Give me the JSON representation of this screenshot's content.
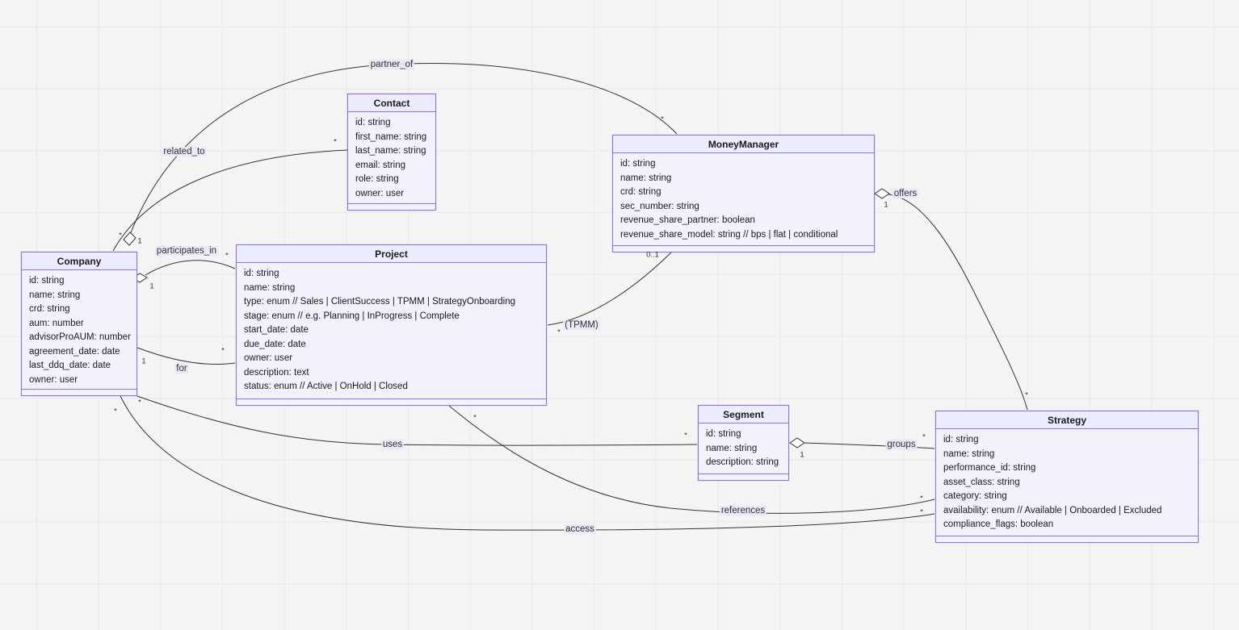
{
  "diagram": {
    "type": "uml-class-diagram",
    "colors": {
      "background": "#f4f4f4",
      "grid_line": "#e9e9e9",
      "box_border": "#9370DB",
      "header_fill": "#ECECFF",
      "body_fill": "#f2f2fc",
      "edge_line": "#333333",
      "text": "#1a1a1a"
    }
  },
  "entities": [
    {
      "name": "Contact",
      "attributes": [
        "id: string",
        "first_name: string",
        "last_name: string",
        "email: string",
        "role: string",
        "owner: user"
      ]
    },
    {
      "name": "MoneyManager",
      "attributes": [
        "id: string",
        "name: string",
        "crd: string",
        "sec_number: string",
        "revenue_share_partner: boolean",
        "revenue_share_model: string // bps | flat | conditional"
      ]
    },
    {
      "name": "Company",
      "attributes": [
        "id: string",
        "name: string",
        "crd: string",
        "aum: number",
        "advisorProAUM: number",
        "agreement_date: date",
        "last_ddq_date: date",
        "owner: user"
      ]
    },
    {
      "name": "Project",
      "attributes": [
        "id: string",
        "name: string",
        "type: enum // Sales | ClientSuccess | TPMM | StrategyOnboarding",
        "stage: enum // e.g. Planning | InProgress | Complete",
        "start_date: date",
        "due_date: date",
        "owner: user",
        "description: text",
        "status: enum // Active | OnHold | Closed"
      ]
    },
    {
      "name": "Segment",
      "attributes": [
        "id: string",
        "name: string",
        "description: string"
      ]
    },
    {
      "name": "Strategy",
      "attributes": [
        "id: string",
        "name: string",
        "performance_id: string",
        "asset_class: string",
        "category: string",
        "availability: enum // Available | Onboarded | Excluded",
        "compliance_flags: boolean"
      ]
    }
  ],
  "relationships": [
    {
      "label": "partner_of",
      "from": "Company",
      "to": "MoneyManager",
      "from_cardinality": "1",
      "to_cardinality": "*",
      "from_marker": "aggregation-diamond"
    },
    {
      "label": "related_to",
      "from": "Company",
      "to": "Contact",
      "from_cardinality": "*",
      "to_cardinality": "*",
      "from_marker": "none"
    },
    {
      "label": "participates_in",
      "from": "Company",
      "to": "Project",
      "from_cardinality": "1",
      "to_cardinality": "*",
      "from_marker": "aggregation-diamond"
    },
    {
      "label": "for",
      "from": "Company",
      "to": "Project",
      "from_cardinality": "1",
      "to_cardinality": "*",
      "from_marker": "none"
    },
    {
      "label": "uses",
      "from": "Company",
      "to": "Segment",
      "from_cardinality": "*",
      "to_cardinality": "*",
      "from_marker": "none"
    },
    {
      "label": "access",
      "from": "Company",
      "to": "Strategy",
      "from_cardinality": "*",
      "to_cardinality": "*",
      "from_marker": "none"
    },
    {
      "label": "references",
      "from": "Project",
      "to": "Strategy",
      "from_cardinality": "*",
      "to_cardinality": "*",
      "from_marker": "none"
    },
    {
      "label": "(TPMM)",
      "from": "Project",
      "to": "MoneyManager",
      "from_cardinality": "*",
      "to_cardinality": "0..1",
      "from_marker": "none"
    },
    {
      "label": "offers",
      "from": "MoneyManager",
      "to": "Strategy",
      "from_cardinality": "1",
      "to_cardinality": "*",
      "from_marker": "aggregation-diamond"
    },
    {
      "label": "groups",
      "from": "Segment",
      "to": "Strategy",
      "from_cardinality": "1",
      "to_cardinality": "*",
      "from_marker": "aggregation-diamond"
    }
  ]
}
